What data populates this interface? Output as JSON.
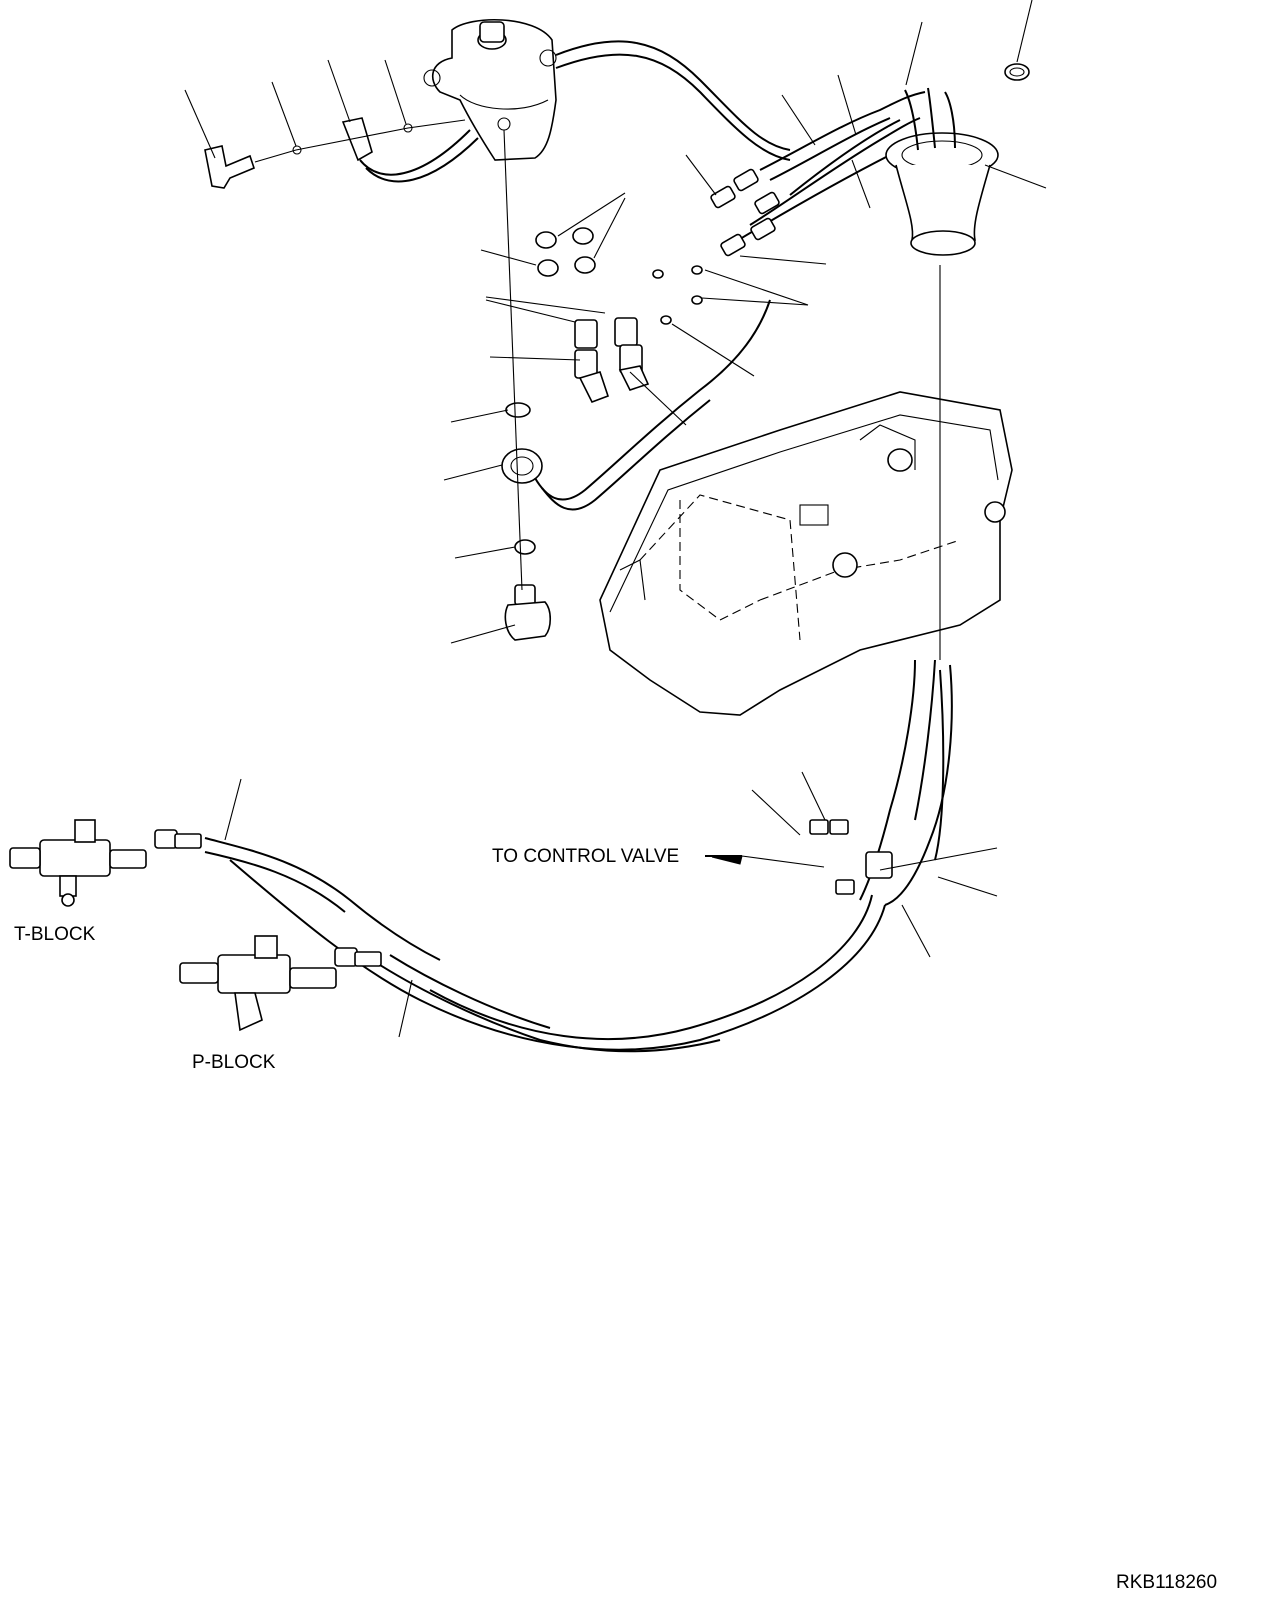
{
  "diagram": {
    "labels": {
      "t_block": "T-BLOCK",
      "p_block": "P-BLOCK",
      "to_control_valve": "TO CONTROL VALVE",
      "figure_code": "RKB118260"
    }
  }
}
